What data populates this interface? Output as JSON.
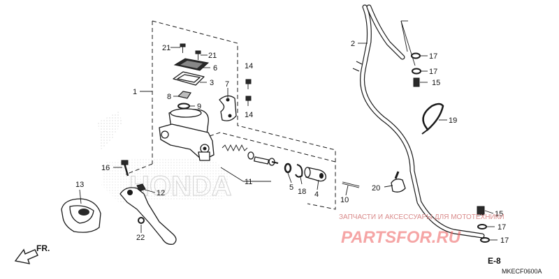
{
  "diagram": {
    "code": "MKECF0600A",
    "ref": "E-8",
    "front": "FR.",
    "watermark": {
      "caption": "ЗАПЧАСТИ И АКСЕССУАРЫ ДЛЯ МОТОТЕХНИКИ",
      "logo": "PARTSFOR.RU"
    },
    "background_logo": "HONDA",
    "colors": {
      "line": "#1a1a1a",
      "watermark": "#ee5d5d"
    },
    "callouts": {
      "c1": "1",
      "c2": "2",
      "c3": "3",
      "c4": "4",
      "c5": "5",
      "c6": "6",
      "c7": "7",
      "c8": "8",
      "c9": "9",
      "c10": "10",
      "c11": "11",
      "c12": "12",
      "c13": "13",
      "c14a": "14",
      "c14b": "14",
      "c15a": "15",
      "c15b": "15",
      "c16": "16",
      "c17a": "17",
      "c17b": "17",
      "c17c": "17",
      "c17d": "17",
      "c18": "18",
      "c19": "19",
      "c20": "20",
      "c21a": "21",
      "c21b": "21",
      "c22": "22"
    }
  }
}
